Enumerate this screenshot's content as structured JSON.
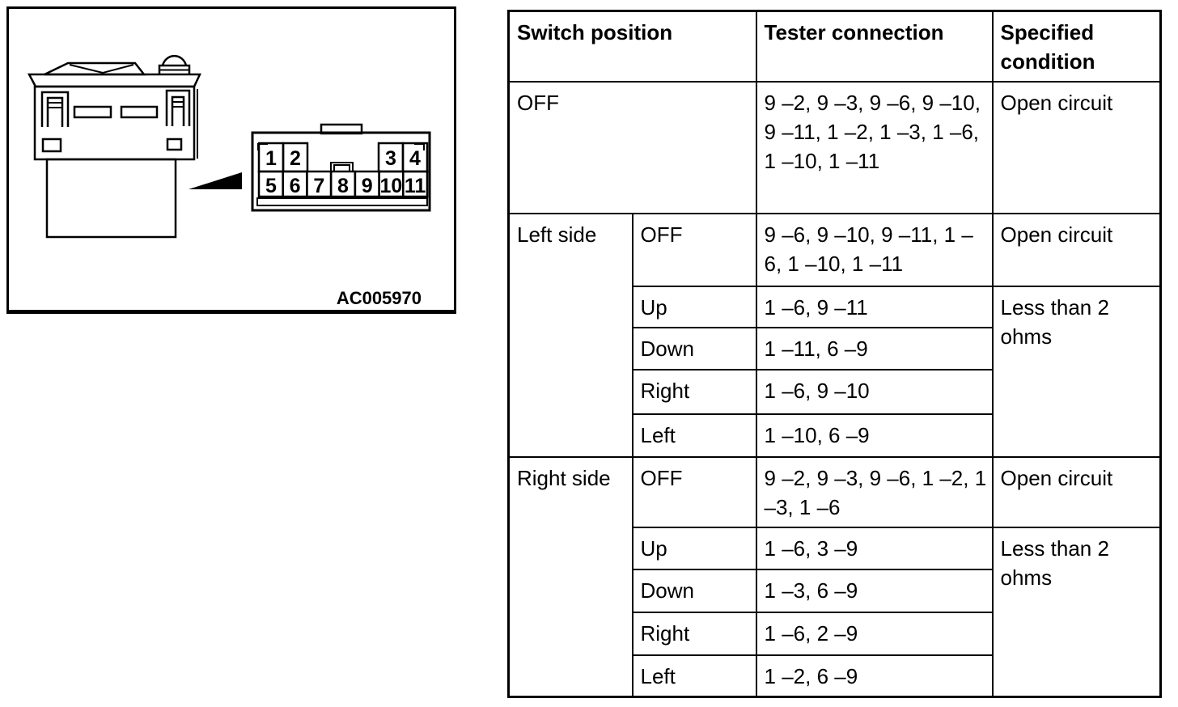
{
  "page": {
    "background_color": "#ffffff",
    "ink_color": "#000000"
  },
  "figure": {
    "caption": "AC005970",
    "connector": {
      "pins": [
        "1",
        "2",
        "3",
        "4",
        "5",
        "6",
        "7",
        "8",
        "9",
        "10",
        "11"
      ]
    }
  },
  "table": {
    "headers": {
      "switch_position": "Switch position",
      "tester_connection": "Tester connection",
      "specified_condition": "Specified condition"
    },
    "rows": [
      {
        "position": "OFF",
        "tester": "9 –2, 9 –3, 9 –6, 9 –10, 9 –11, 1 –2, 1 –3, 1 –6, 1 –10, 1 –11",
        "condition": "Open circuit"
      },
      {
        "group": "Left side",
        "position": "OFF",
        "tester": "9 –6, 9 –10, 9 –11, 1 –6, 1 –10, 1 –11",
        "condition": "Open circuit"
      },
      {
        "position": "Up",
        "tester": "1 –6, 9 –11",
        "condition": "Less than 2 ohms"
      },
      {
        "position": "Down",
        "tester": "1 –11, 6 –9"
      },
      {
        "position": "Right",
        "tester": "1 –6, 9 –10"
      },
      {
        "position": "Left",
        "tester": "1 –10, 6 –9"
      },
      {
        "group": "Right side",
        "position": "OFF",
        "tester": "9 –2, 9 –3, 9 –6, 1 –2, 1 –3, 1 –6",
        "condition": "Open circuit"
      },
      {
        "position": "Up",
        "tester": "1 –6, 3 –9",
        "condition": "Less than 2 ohms"
      },
      {
        "position": "Down",
        "tester": "1 –3, 6 –9"
      },
      {
        "position": "Right",
        "tester": "1 –6, 2 –9"
      },
      {
        "position": "Left",
        "tester": "1 –2, 6 –9"
      }
    ]
  }
}
